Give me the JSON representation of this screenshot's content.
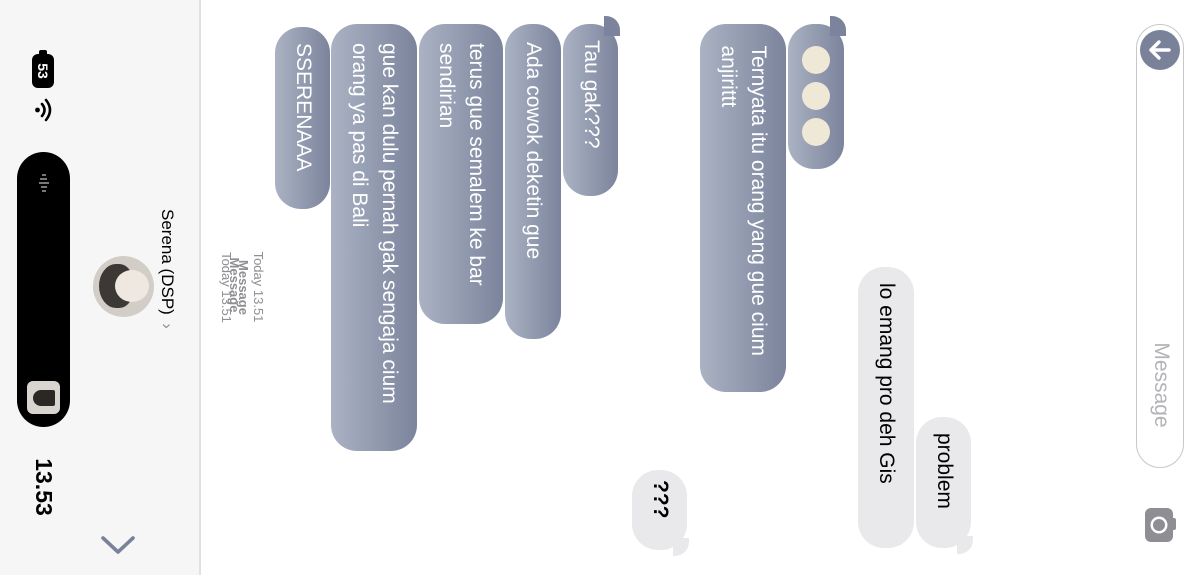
{
  "status_bar": {
    "time": "13.53",
    "battery": "53"
  },
  "header": {
    "contact_name": "Serena (DSP)",
    "contact_chevron": "›",
    "service": "Message",
    "timestamp": "Today 13.51"
  },
  "messages": [
    {
      "sender": "me",
      "text": "SSERENAAA"
    },
    {
      "sender": "me",
      "text": "gue kan dulu pernah gak sengaja cium orang ya pas di Bali"
    },
    {
      "sender": "me",
      "text": "terus gue semalem ke bar sendirian"
    },
    {
      "sender": "me",
      "text": "Ada cowok deketin gue"
    },
    {
      "sender": "me",
      "text": "Tau gak???"
    },
    {
      "sender": "contact",
      "text": "???"
    },
    {
      "sender": "me",
      "text": "Ternyata itu orang yang gue cium anjirittt"
    },
    {
      "sender": "me",
      "text": "😫😫😫"
    },
    {
      "sender": "contact",
      "text": "lo emang pro deh Gis"
    },
    {
      "sender": "contact",
      "text": "problem"
    }
  ],
  "compose": {
    "placeholder": "Message"
  },
  "icons": {
    "back": "chevron-down-icon",
    "camera": "camera-icon",
    "send": "arrow-up-icon",
    "wifi": "wifi-icon"
  },
  "colors": {
    "sent_bubble_top": "#7c849d",
    "sent_bubble_bottom": "#aab2c3",
    "received_bubble": "#e9e9eb",
    "accent": "#7a8299"
  }
}
